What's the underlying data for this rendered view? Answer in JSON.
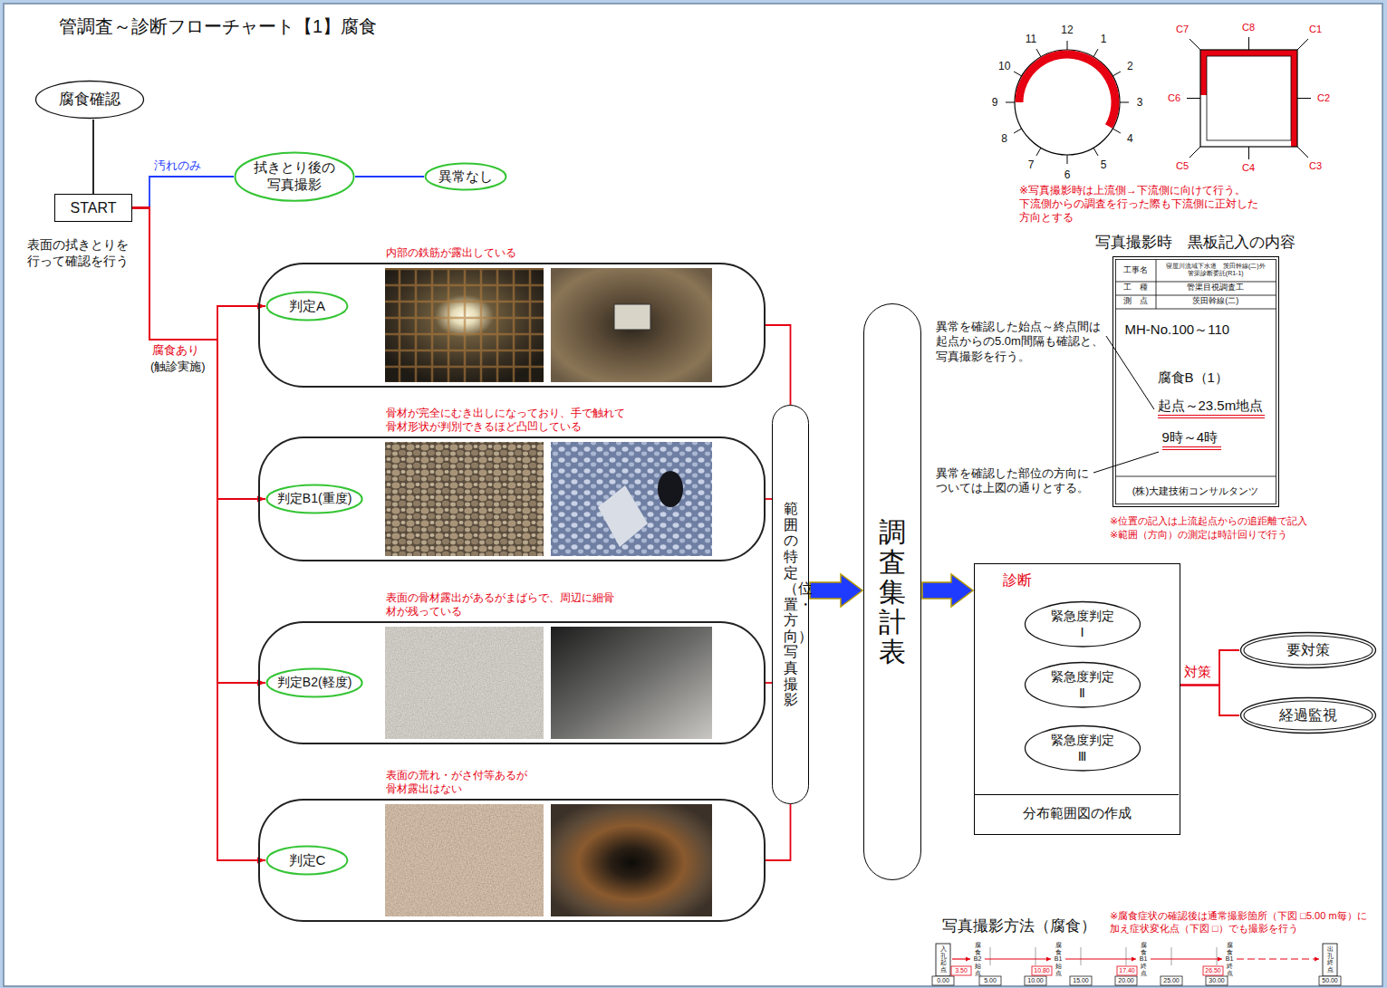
{
  "diagram": {
    "title": "管調査～診断フローチャート【1】腐食",
    "nodes": [
      {
        "text": [
          "腐食確認"
        ]
      },
      {
        "text": [
          "START"
        ]
      },
      {
        "text": [
          "拭きとり後の 写真撮影"
        ]
      },
      {
        "text": [
          "異常なし"
        ]
      },
      {
        "text": [
          "内部の鉄筋が露出している"
        ]
      },
      {
        "text": [
          "判定A"
        ],
        "in": 4
      },
      {
        "text": [
          "骨材が完全にむき出しになっており、手で触れて 骨材形状が判別できるほど凸凹している"
        ]
      },
      {
        "text": [
          "判定B1(重度)"
        ],
        "in": 6
      },
      {
        "text": [
          "表面の骨材露出があるがまばらで、周辺に細骨 材が残っている"
        ]
      },
      {
        "text": [
          "判定B2(軽度)"
        ],
        "in": 8
      },
      {
        "text": [
          "表面の荒れ・がさ付等あるが 骨材露出はない"
        ]
      },
      {
        "text": [
          "判定C"
        ],
        "in": 10
      },
      {
        "text": [
          "範囲の特定（位置・方向）写真撮影"
        ]
      },
      {
        "text": [
          "調査集計表"
        ]
      },
      {
        "text": [
          "診断"
        ]
      },
      {
        "text": [
          "緊急度判定 Ⅰ"
        ],
        "in": 14
      },
      {
        "text": [
          "緊急度判定 Ⅱ"
        ],
        "in": 14
      },
      {
        "text": [
          "緊急度判定 Ⅲ"
        ],
        "in": 14
      },
      {
        "text": [
          "分布範囲図の作成"
        ],
        "in": 14
      },
      {
        "text": [
          "要対策"
        ]
      },
      {
        "text": [
          "経過監視"
        ]
      },
      {
        "text": [
          "写真撮影時　黒板記入の内容",
          "工事名",
          "寝屋川流域下水道　茨田幹線(二)外 管渠診断委託(R1-1)",
          "工　種",
          "管渠目視調査工",
          "測　点",
          "茨田幹線(二)",
          "MH-No.100～110",
          "腐食B（1）",
          "起点～23.5m地点",
          "9時～4時",
          "(株)大建技術コンサルタンツ"
        ]
      }
    ],
    "edges": [
      {
        "from": 0,
        "to": 1,
        "arrow": "none"
      },
      {
        "from": 1,
        "to": 2,
        "arrow": "none",
        "label": "汚れのみ"
      },
      {
        "from": 2,
        "to": 3,
        "arrow": "none"
      },
      {
        "from": 1,
        "to": 5,
        "arrow": "to",
        "label": "腐食あり"
      },
      {
        "from": 1,
        "to": 7,
        "arrow": "to"
      },
      {
        "from": 1,
        "to": 9,
        "arrow": "to"
      },
      {
        "from": 1,
        "to": 11,
        "arrow": "to"
      },
      {
        "from": 4,
        "to": 12,
        "arrow": "none"
      },
      {
        "from": 6,
        "to": 12,
        "arrow": "none"
      },
      {
        "from": 8,
        "to": 12,
        "arrow": "none"
      },
      {
        "from": 10,
        "to": 12,
        "arrow": "none"
      },
      {
        "from": 12,
        "to": 13,
        "arrow": "to"
      },
      {
        "from": 13,
        "to": 14,
        "arrow": "to"
      },
      {
        "from": 14,
        "to": 19,
        "arrow": "none",
        "label": "対策"
      },
      {
        "from": 14,
        "to": 20,
        "arrow": "none"
      }
    ],
    "labels": [
      "表面の拭きとりを 行って確認を行う",
      "12",
      "1",
      "2",
      "3",
      "4",
      "5",
      "6",
      "7",
      "8",
      "9",
      "10",
      "11",
      "C7",
      "C8",
      "C1",
      "C6",
      "C2",
      "C5",
      "C4",
      "C3",
      "※写真撮影時は上流側→下流側に向けて行う。 下流側からの調査を行った際も下流側に正対した 方向とする",
      "異常を確認した始点～終点間は 起点からの5.0m間隔も確認と、 写真撮影を行う。",
      "異常を確認した部位の方向に ついては上図の通りとする。",
      "※位置の記入は上流起点からの追距離で記入",
      "※範囲（方向）の測定は時計回りで行う",
      "写真撮影方法（腐食）",
      "※腐食症状の確認後は通常撮影箇所（下図 □5.00 m毎）に加え症状変化点（下図 □）でも撮影を行う",
      "入孔起点",
      "腐食B2始点",
      "腐食B1始点",
      "腐食B1終点",
      "腐食B1終点",
      "出孔終点",
      "0.00",
      "5.00",
      "10.00",
      "15.00",
      "20.00",
      "25.00",
      "30.00",
      "50.00",
      "3.50",
      "10.80",
      "17.40",
      "26.50",
      "(触診実施)"
    ]
  }
}
